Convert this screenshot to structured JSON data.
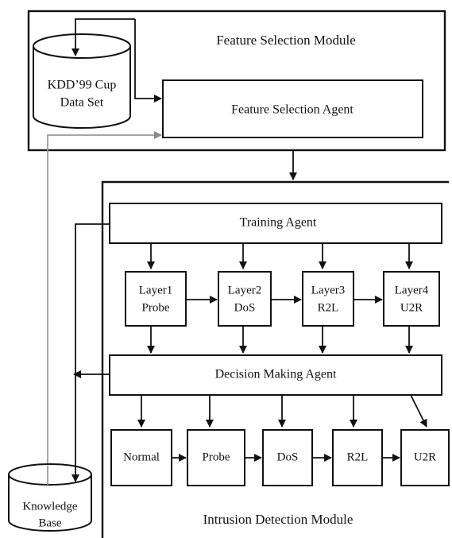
{
  "feature_module": {
    "title": "Feature Selection Module",
    "dataset_line1": "KDD’99 Cup",
    "dataset_line2": "Data Set",
    "agent": "Feature Selection Agent"
  },
  "knowledge_base": {
    "line1": "Knowledge",
    "line2": "Base"
  },
  "intrusion_module": {
    "title": "Intrusion Detection Module",
    "training_agent": "Training Agent",
    "layers": [
      {
        "line1": "Layer1",
        "line2": "Probe"
      },
      {
        "line1": "Layer2",
        "line2": "DoS"
      },
      {
        "line1": "Layer3",
        "line2": "R2L"
      },
      {
        "line1": "Layer4",
        "line2": "U2R"
      }
    ],
    "decision_agent": "Decision Making Agent",
    "outputs": [
      "Normal",
      "Probe",
      "DoS",
      "R2L",
      "U2R"
    ]
  }
}
